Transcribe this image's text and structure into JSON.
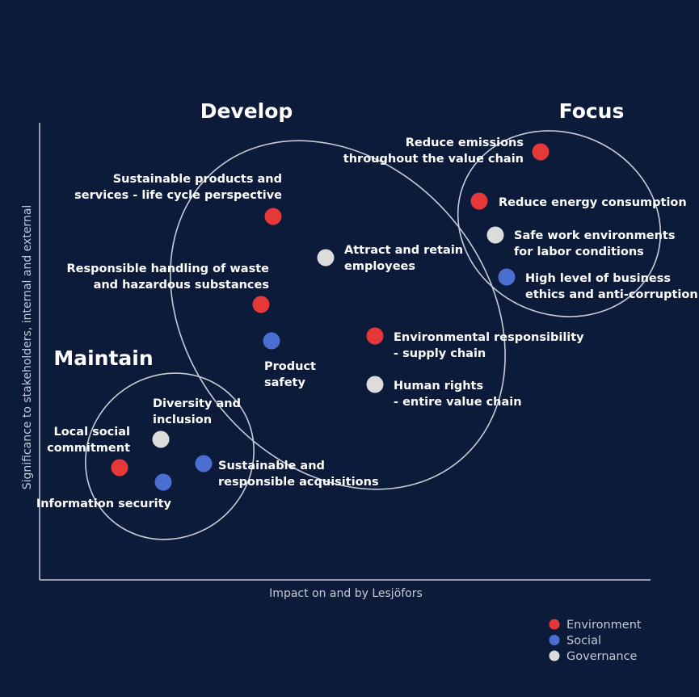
{
  "chart_data": {
    "type": "scatter",
    "xlabel": "Impact on and by Lesjöfors",
    "ylabel": "Significance to stakeholders, internal and external",
    "zones": [
      {
        "name": "Develop"
      },
      {
        "name": "Focus"
      },
      {
        "name": "Maintain"
      }
    ],
    "legend": [
      {
        "name": "Environment",
        "color": "#e63838"
      },
      {
        "name": "Social",
        "color": "#4a6fd1"
      },
      {
        "name": "Governance",
        "color": "#dcdcdc"
      }
    ],
    "points": [
      {
        "lines": [
          "Reduce emissions",
          "throughout the value chain"
        ],
        "category": "Environment",
        "zone": "Focus"
      },
      {
        "lines": [
          "Reduce energy consumption"
        ],
        "category": "Environment",
        "zone": "Focus"
      },
      {
        "lines": [
          "Safe work environments",
          "for labor conditions"
        ],
        "category": "Governance",
        "zone": "Focus"
      },
      {
        "lines": [
          "High level of business",
          "ethics and anti-corruption"
        ],
        "category": "Social",
        "zone": "Focus"
      },
      {
        "lines": [
          "Sustainable products and",
          "services - life cycle perspective"
        ],
        "category": "Environment",
        "zone": "Develop"
      },
      {
        "lines": [
          "Attract and retain",
          "employees"
        ],
        "category": "Governance",
        "zone": "Develop"
      },
      {
        "lines": [
          "Responsible handling of waste",
          "and hazardous substances"
        ],
        "category": "Environment",
        "zone": "Develop"
      },
      {
        "lines": [
          "Product",
          "safety"
        ],
        "category": "Social",
        "zone": "Develop"
      },
      {
        "lines": [
          "Environmental responsibility",
          "- supply chain"
        ],
        "category": "Environment",
        "zone": "Develop"
      },
      {
        "lines": [
          "Human rights",
          "- entire value chain"
        ],
        "category": "Governance",
        "zone": "Develop"
      },
      {
        "lines": [
          "Diversity and",
          "inclusion"
        ],
        "category": "Governance",
        "zone": "Maintain"
      },
      {
        "lines": [
          "Local social",
          "commitment"
        ],
        "category": "Environment",
        "zone": "Maintain"
      },
      {
        "lines": [
          "Sustainable and",
          "responsible acquisitions"
        ],
        "category": "Social",
        "zone": "Maintain"
      },
      {
        "lines": [
          "Information security"
        ],
        "category": "Social",
        "zone": "Maintain"
      }
    ]
  }
}
